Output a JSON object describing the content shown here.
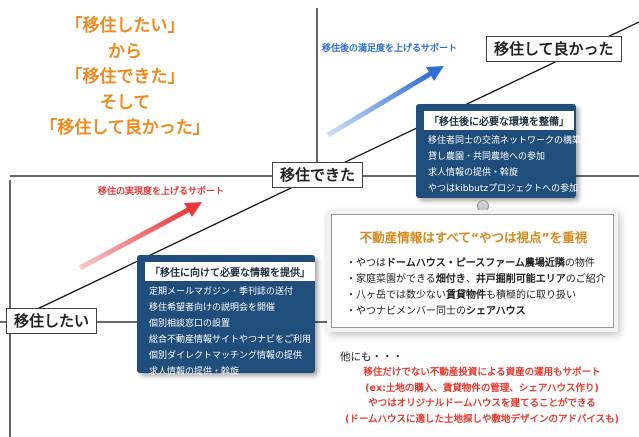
{
  "headline": {
    "lines": [
      "「移住したい」",
      "から",
      "「移住できた」",
      "そして",
      "「移住して良かった」"
    ]
  },
  "stages": {
    "start": "移住したい",
    "middle": "移住できた",
    "goal": "移住して良かった"
  },
  "arrow_labels": {
    "lower": "移住の実現度を上げるサポート",
    "upper": "移住後の満足度を上げるサポート"
  },
  "box_before": {
    "title": "「移住に向けて必要な情報を提供」",
    "items": [
      "定期メールマガジン・季刊誌の送付",
      "移住希望者向けの説明会を開催",
      "個別相談窓口の設置",
      "総合不動産情報サイトやつナビをご利用",
      "個別ダイレクトマッチング情報の提供",
      "求人情報の提供・斡旋"
    ]
  },
  "box_after": {
    "title": "「移住後に必要な環境を整備」",
    "items": [
      "移住者同士の交流ネットワークの構築",
      "貸し農園・共同農地への参加",
      "求人情報の提供・斡旋",
      "やつはkibbutzプロジェクトへの参加"
    ]
  },
  "policy": {
    "title": "不動産情報はすべて“やつは視点”を重視",
    "items": [
      {
        "pre": "・やつは",
        "bold": "ドームハウス・ピースファーム農場近隣",
        "post": "の物件"
      },
      {
        "pre": "・家庭菜園ができる",
        "bold": "畑付き",
        "mid": "、",
        "bold2": "井戸掘削可能エリア",
        "post": "のご紹介"
      },
      {
        "pre": "・八ヶ岳では数少ない",
        "bold": "賃貸物件",
        "post": "も積極的に取り扱い"
      },
      {
        "pre": "・やつナビメンバー同士の",
        "bold": "シェアハウス",
        "post": ""
      }
    ]
  },
  "other": {
    "label": "他にも・・・",
    "lines": [
      "移住だけでない不動産投資による資産の運用もサポート",
      "(ex:土地の購入、賃貸物件の管理、シェアハウス作り)",
      "やつはオリジナルドームハウスを建てることができる",
      "(ドームハウスに適した土地探しや敷地デザインのアドバイスも)"
    ]
  },
  "colors": {
    "headline": "#f08a1c",
    "lower_arrow": "#ef5a5a",
    "upper_arrow": "#3a7bd5",
    "box_bg": "#1f4e7d",
    "policy_title": "#d88a1f",
    "other_text": "#e83a30"
  }
}
